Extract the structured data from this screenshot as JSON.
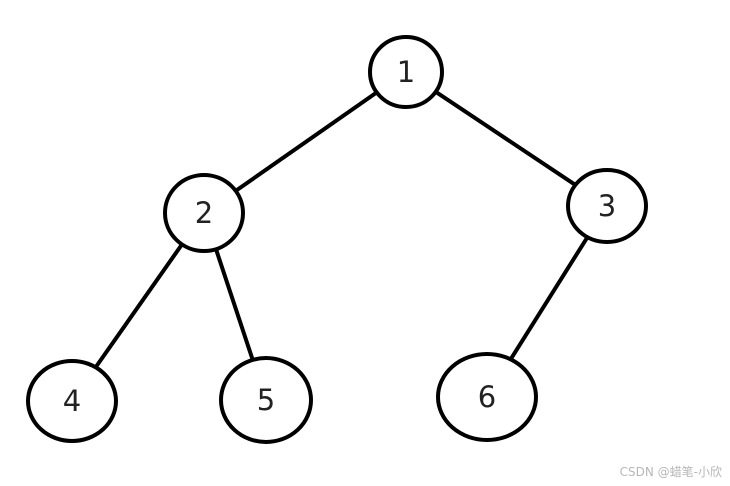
{
  "tree": {
    "nodes": [
      {
        "id": "n1",
        "label": "1"
      },
      {
        "id": "n2",
        "label": "2"
      },
      {
        "id": "n3",
        "label": "3"
      },
      {
        "id": "n4",
        "label": "4"
      },
      {
        "id": "n5",
        "label": "5"
      },
      {
        "id": "n6",
        "label": "6"
      }
    ],
    "edges": [
      {
        "from": "n1",
        "to": "n2"
      },
      {
        "from": "n1",
        "to": "n3"
      },
      {
        "from": "n2",
        "to": "n4"
      },
      {
        "from": "n2",
        "to": "n5"
      },
      {
        "from": "n3",
        "to": "n6"
      }
    ]
  },
  "watermark": "CSDN @蜡笔-小欣",
  "colors": {
    "stroke": "#000000",
    "label": "#222222",
    "background": "#ffffff",
    "watermark": "#b7b7b7"
  }
}
